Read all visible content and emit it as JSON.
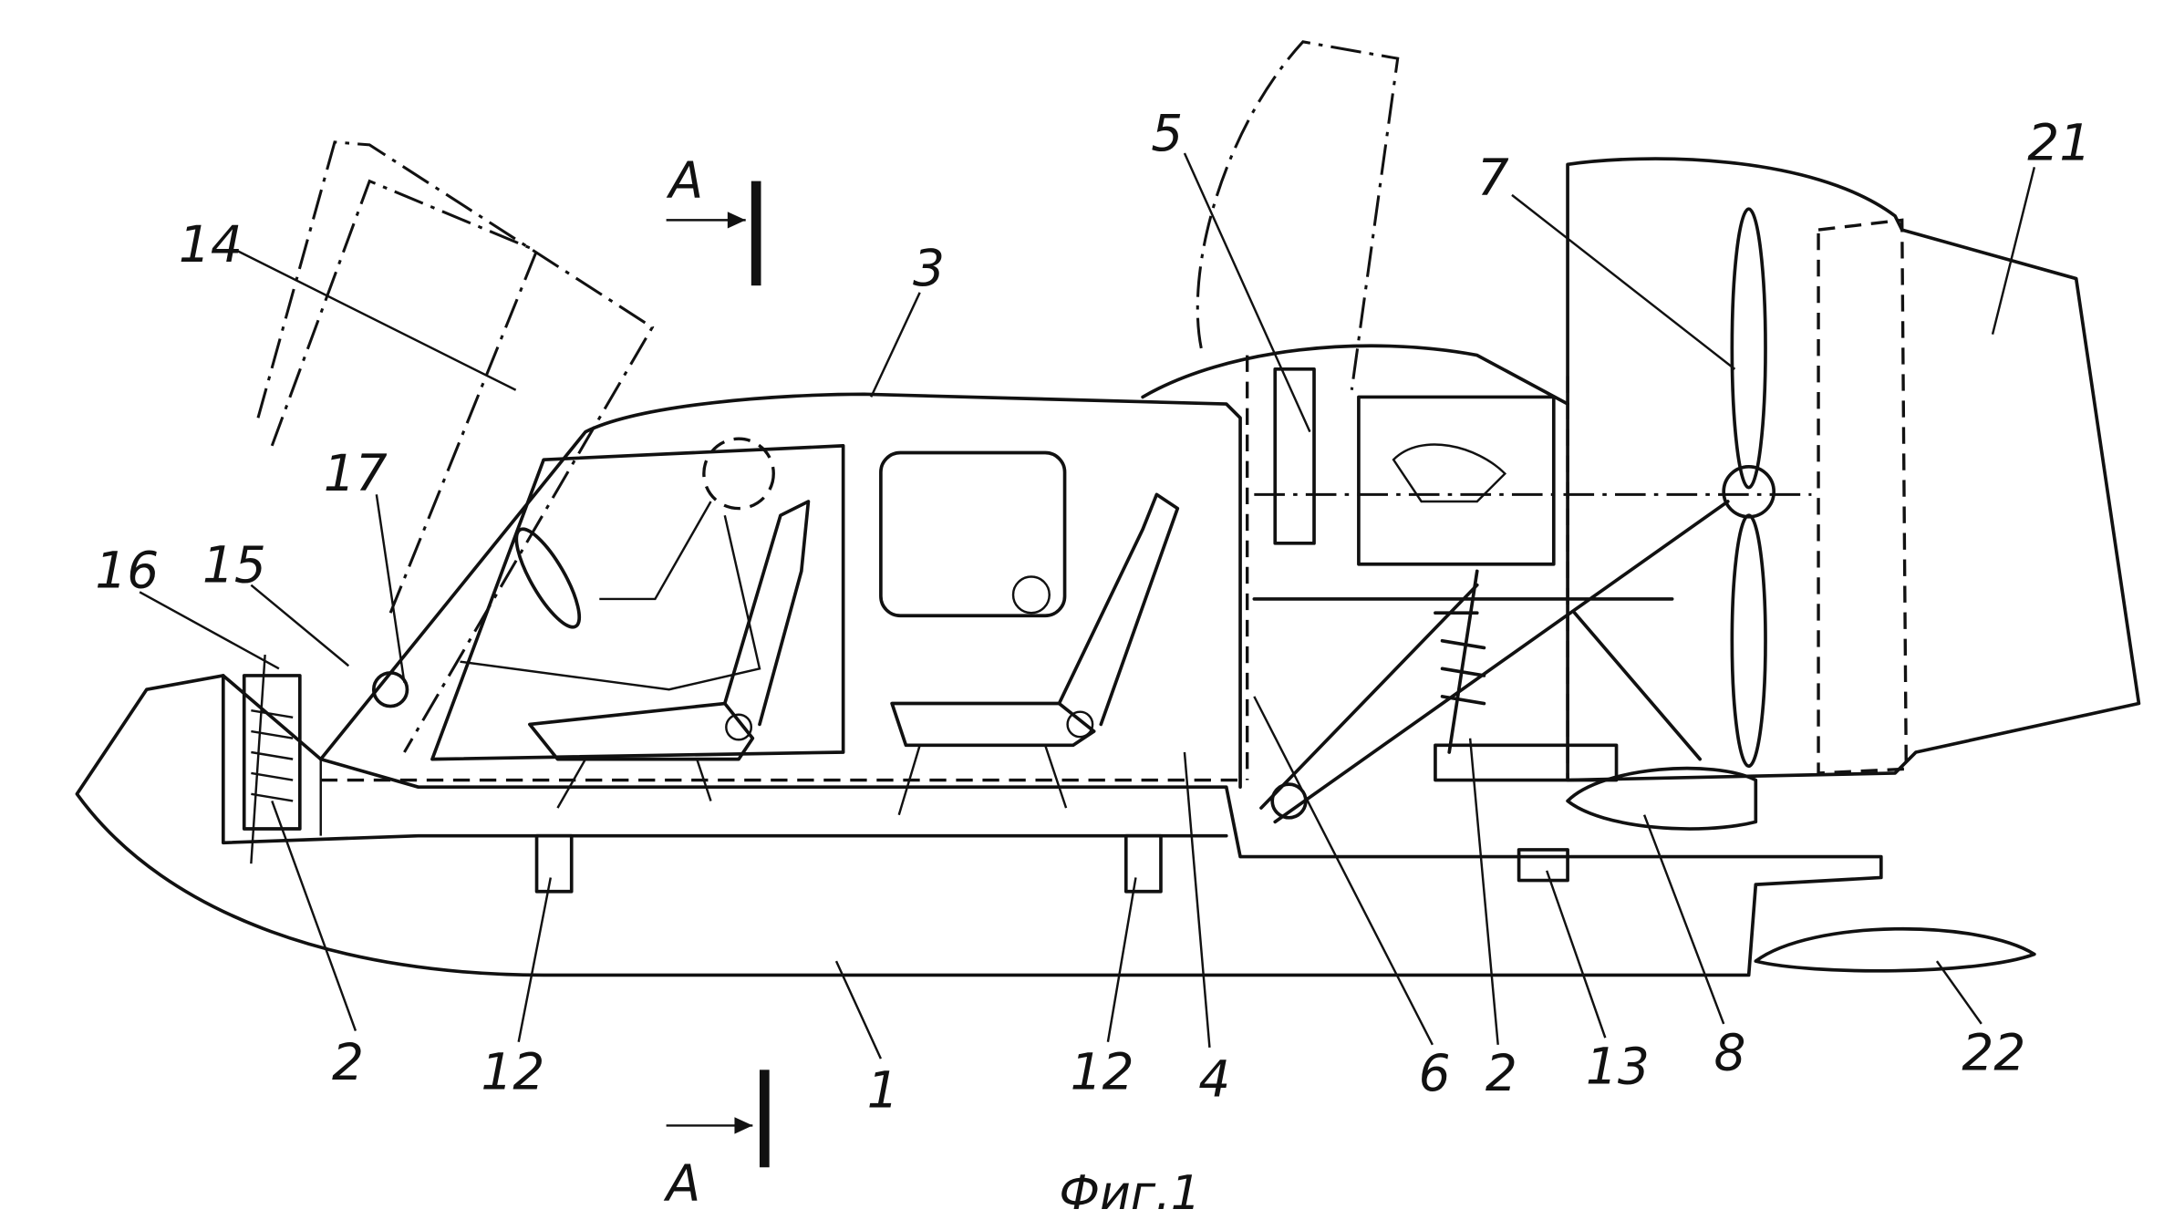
{
  "figure": {
    "caption": "Фиг.1",
    "section_marker": "A",
    "section_marker_bottom": "A",
    "labels": {
      "l1": "1",
      "l2a": "2",
      "l2b": "2",
      "l3": "3",
      "l4": "4",
      "l5": "5",
      "l6": "6",
      "l7": "7",
      "l8": "8",
      "l12a": "12",
      "l12b": "12",
      "l13": "13",
      "l14": "14",
      "l15": "15",
      "l16": "16",
      "l17": "17",
      "l21": "21",
      "l22": "22"
    }
  }
}
